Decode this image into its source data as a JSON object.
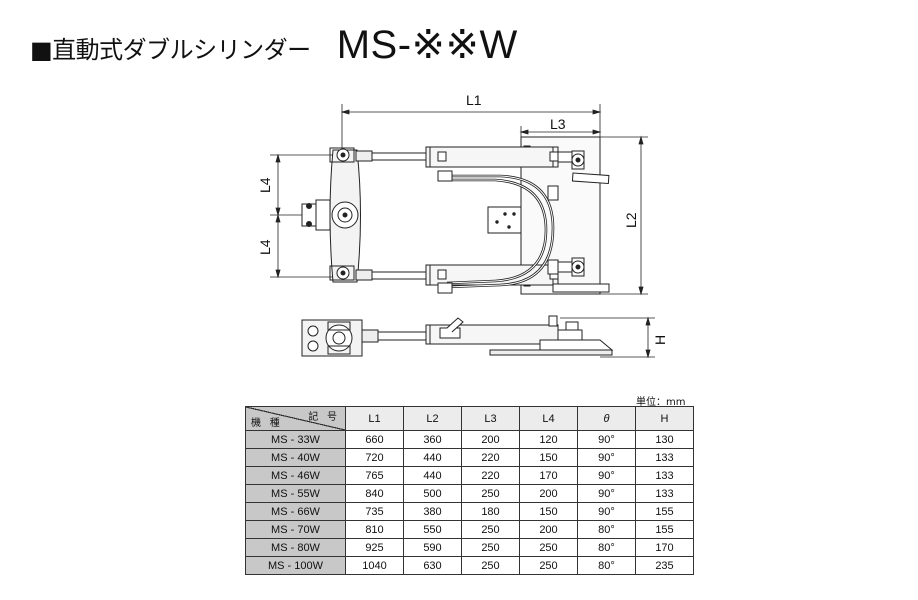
{
  "title": {
    "prefix": "■直動式ダブルシリンダー",
    "model": "MS-※※W"
  },
  "drawing": {
    "dimension_labels": {
      "l1": "L1",
      "l2": "L2",
      "l3": "L3",
      "l4_top": "L4",
      "l4_bottom": "L4",
      "h": "H"
    }
  },
  "table": {
    "unit_label": "単位：mm",
    "corner_top": "記 号",
    "corner_bottom": "機 種",
    "headers": [
      "L1",
      "L2",
      "L3",
      "L4",
      "θ",
      "H"
    ],
    "rows": [
      {
        "model": "MS - 33W",
        "values": [
          "660",
          "360",
          "200",
          "120",
          "90°",
          "130"
        ]
      },
      {
        "model": "MS - 40W",
        "values": [
          "720",
          "440",
          "220",
          "150",
          "90°",
          "133"
        ]
      },
      {
        "model": "MS - 46W",
        "values": [
          "765",
          "440",
          "220",
          "170",
          "90°",
          "133"
        ]
      },
      {
        "model": "MS - 55W",
        "values": [
          "840",
          "500",
          "250",
          "200",
          "90°",
          "133"
        ]
      },
      {
        "model": "MS - 66W",
        "values": [
          "735",
          "380",
          "180",
          "150",
          "90°",
          "155"
        ]
      },
      {
        "model": "MS - 70W",
        "values": [
          "810",
          "550",
          "250",
          "200",
          "80°",
          "155"
        ]
      },
      {
        "model": "MS - 80W",
        "values": [
          "925",
          "590",
          "250",
          "250",
          "80°",
          "170"
        ]
      },
      {
        "model": "MS - 100W",
        "values": [
          "1040",
          "630",
          "250",
          "250",
          "80°",
          "235"
        ]
      }
    ]
  }
}
